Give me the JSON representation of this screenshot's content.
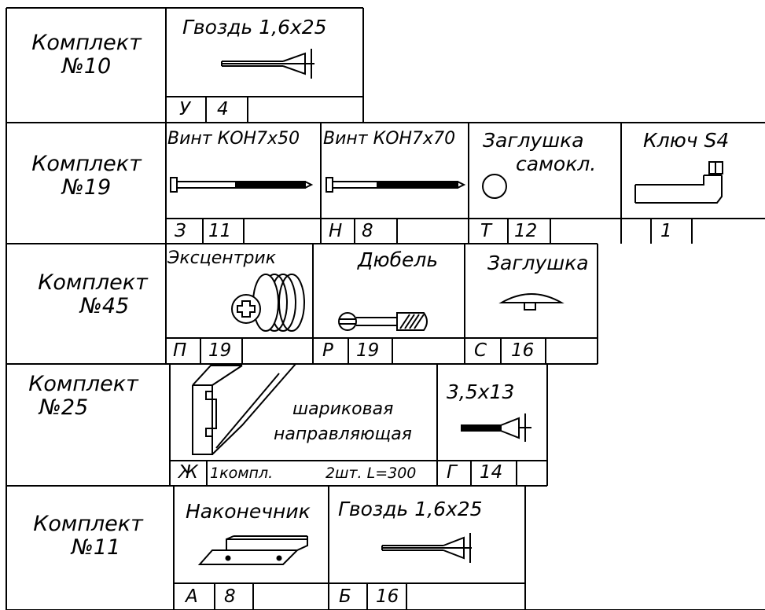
{
  "rows": [
    {
      "kit": "Комплект",
      "number": "№10",
      "items": [
        {
          "name": "Гвоздь 1,6х25",
          "icon": "nail-icon",
          "code": "У",
          "qty": "4"
        }
      ]
    },
    {
      "kit": "Комплект",
      "number": "№19",
      "items": [
        {
          "name": "Винт КОН7х50",
          "icon": "screw-icon",
          "code": "З",
          "qty": "11"
        },
        {
          "name": "Винт КОН7х70",
          "icon": "screw-icon",
          "code": "Н",
          "qty": "8"
        },
        {
          "name": "Заглушка",
          "name2": "самокл.",
          "icon": "cap-icon",
          "code": "Т",
          "qty": "12"
        },
        {
          "name": "Ключ S4",
          "icon": "hex-key-icon",
          "qty": "1"
        }
      ]
    },
    {
      "kit": "Комплект",
      "number": "№45",
      "items": [
        {
          "name": "Эксцентрик",
          "icon": "eccentric-icon",
          "code": "П",
          "qty": "19"
        },
        {
          "name": "Дюбель",
          "icon": "dowel-icon",
          "code": "Р",
          "qty": "19"
        },
        {
          "name": "Заглушка",
          "icon": "cap-icon",
          "code": "С",
          "qty": "16"
        }
      ]
    },
    {
      "kit": "Комплект",
      "number": "№25",
      "items": [
        {
          "name": "шариковая",
          "name2": "направляющая",
          "icon": "guide-rail-icon",
          "code": "Ж",
          "qty": "1компл.",
          "note": "2шт. L=300"
        },
        {
          "name": "3,5х13",
          "icon": "screw-icon",
          "code": "Г",
          "qty": "14"
        }
      ]
    },
    {
      "kit": "Комплект",
      "number": "№11",
      "items": [
        {
          "name": "Наконечник",
          "icon": "end-cap-icon",
          "code": "А",
          "qty": "8"
        },
        {
          "name": "Гвоздь 1,6х25",
          "icon": "nail-icon",
          "code": "Б",
          "qty": "16"
        }
      ]
    }
  ]
}
